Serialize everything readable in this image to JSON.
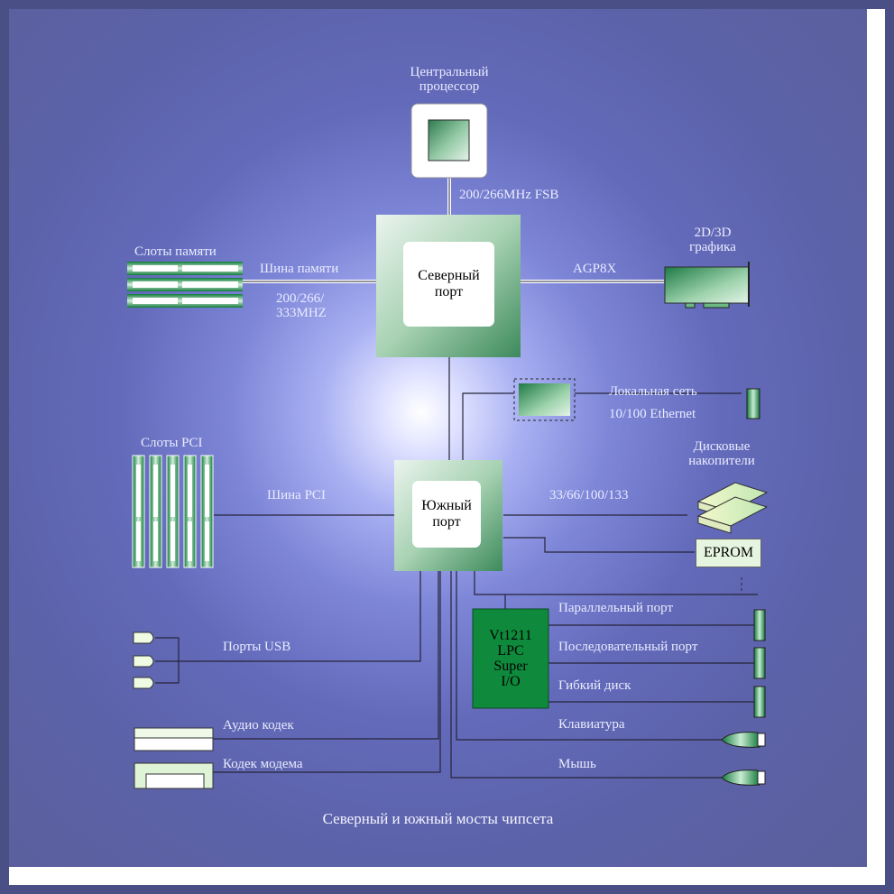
{
  "diagram": {
    "cpu": {
      "label": "Центральный процессор",
      "label_lines": [
        "Центральный",
        "процессор"
      ]
    },
    "fsb": "200/266MHz FSB",
    "north": {
      "label_lines": [
        "Северный",
        "порт"
      ]
    },
    "south": {
      "label_lines": [
        "Южный",
        "порт"
      ]
    },
    "memory": {
      "title": "Слоты памяти",
      "bus": "Шина памяти",
      "freq_lines": [
        "200/266/",
        "333MHZ"
      ]
    },
    "agp": {
      "bus": "AGP8X",
      "title_lines": [
        "2D/3D",
        "графика"
      ]
    },
    "lan": {
      "title": "Локальная сеть",
      "sub": "10/100 Ethernet"
    },
    "disks": {
      "title_lines": [
        "Дисковые",
        "накопители"
      ],
      "speed": "33/66/100/133"
    },
    "eprom": "EPROM",
    "pci": {
      "title": "Слоты PCI",
      "bus": "Шина PCI"
    },
    "superio": {
      "label_lines": [
        "Vt1211",
        "LPC",
        "Super",
        "I/O"
      ]
    },
    "ports": {
      "parallel": "Параллельный порт",
      "serial": "Последовательный порт",
      "floppy": "Гибкий диск",
      "keyboard": "Клавиатура",
      "mouse": "Мышь"
    },
    "usb": "Порты USB",
    "audio": "Аудио кодек",
    "modem": "Кодек модема",
    "caption": "Северный и южный мосты чипсета"
  },
  "colors": {
    "frame": "#4a4f86",
    "chip_green": "#4f9a6c",
    "dark_green": "#0f8a3c",
    "line": "#2a2a40"
  }
}
